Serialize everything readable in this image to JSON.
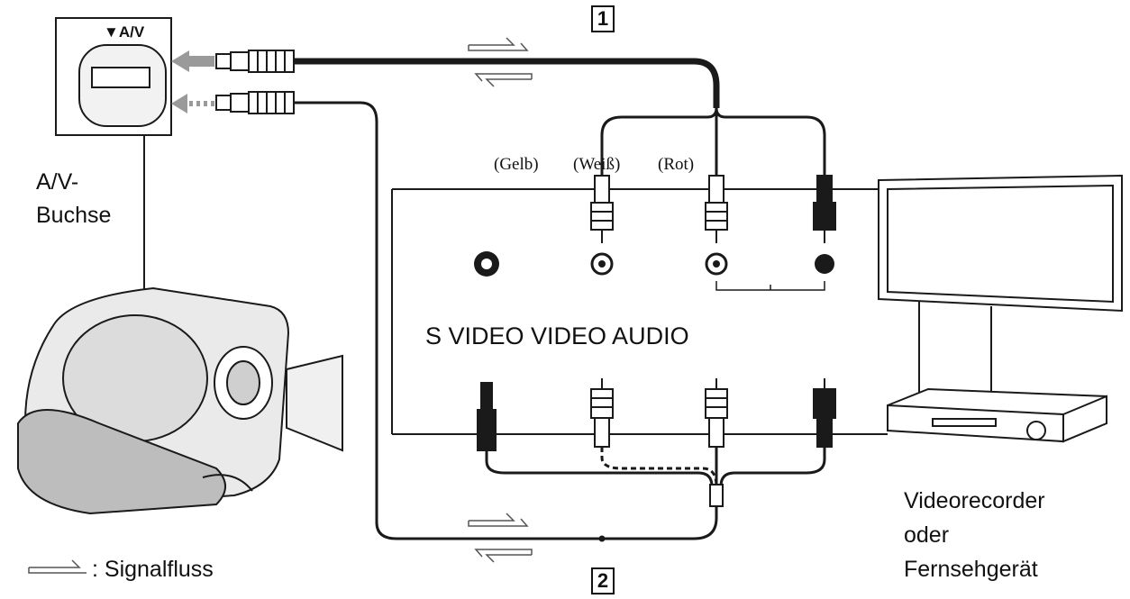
{
  "labels": {
    "av_jack_top": "▼A/V",
    "av_jack_caption_1": "A/V-",
    "av_jack_caption_2": "Buchse",
    "color_gelb": "(Gelb)",
    "color_weiss": "(Weiß)",
    "color_rot": "(Rot)",
    "inputs_row": "S VIDEO VIDEO AUDIO",
    "device_1": "Videorecorder",
    "device_2": "oder",
    "device_3": "Fernsehgerät",
    "legend": ": Signalfluss",
    "cable_1": "1",
    "cable_2": "2"
  },
  "colors": {
    "line": "#1a1a1a",
    "gray": "#9a9a9a",
    "light": "#d9d9d9",
    "bg": "#ffffff"
  }
}
